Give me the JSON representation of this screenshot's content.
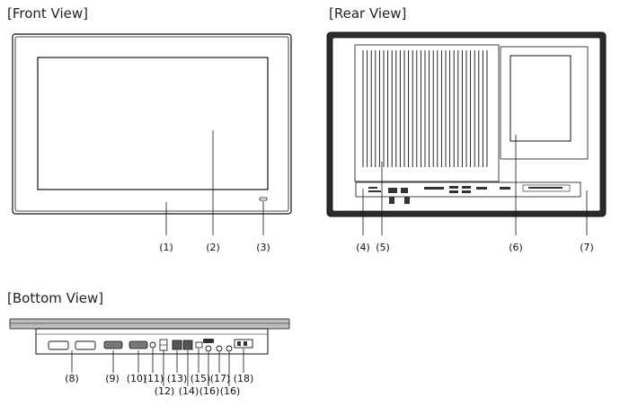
{
  "views": {
    "front": "[Front View]",
    "rear": "[Rear View]",
    "bottom": "[Bottom View]"
  },
  "callouts": {
    "c1": "(1)",
    "c2": "(2)",
    "c3": "(3)",
    "c4": "(4)",
    "c5": "(5)",
    "c6": "(6)",
    "c7": "(7)",
    "c8": "(8)",
    "c9": "(9)",
    "c10": "(10)",
    "c11": "(11)",
    "c12": "(12)",
    "c13": "(13)",
    "c14": "(14)",
    "c15": "(15)",
    "c16a": "(16)",
    "c16b": "(16)",
    "c17": "(17)",
    "c18": "(18)"
  },
  "colors": {
    "line": "#111111",
    "dark_bezel": "#2a2a2a",
    "gray_panel": "#bdbdbd"
  }
}
